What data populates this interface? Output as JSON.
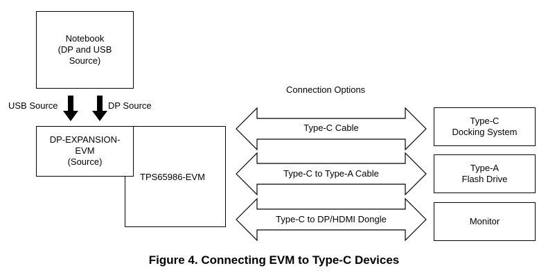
{
  "notebook": {
    "label": "Notebook\n(DP and USB\nSource)"
  },
  "usb_source": "USB Source",
  "dp_source": "DP Source",
  "expansion_evm": {
    "label": "DP-EXPANSION-\nEVM\n(Source)"
  },
  "tps_evm": {
    "label": "TPS65986-EVM"
  },
  "connection_options": "Connection Options",
  "cables": [
    {
      "label": "Type-C Cable"
    },
    {
      "label": "Type-C to Type-A Cable"
    },
    {
      "label": "Type-C to DP/HDMI Dongle"
    }
  ],
  "devices": [
    {
      "label": "Type-C\nDocking System"
    },
    {
      "label": "Type-A\nFlash Drive"
    },
    {
      "label": "Monitor"
    }
  ],
  "caption": "Figure 4. Connecting EVM to Type-C Devices"
}
